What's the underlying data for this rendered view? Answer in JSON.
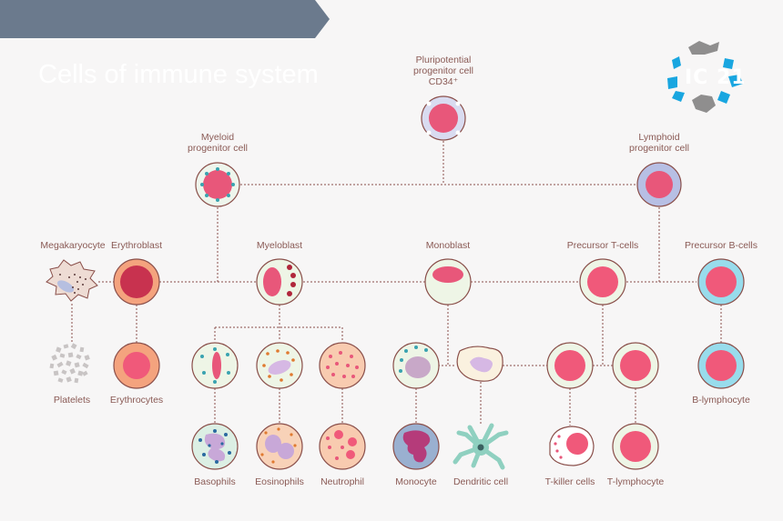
{
  "title": "Cells of immune system",
  "logo": {
    "text": "IC 21",
    "colors": {
      "blue": "#19a6e0",
      "gray": "#8f8e8e"
    }
  },
  "colors": {
    "banner": "#6b7a8d",
    "connector": "#8a4f4a",
    "cell_red": "#e8577a",
    "cell_rim": "#f0b7b4",
    "text": "#8a5a55"
  },
  "cells": {
    "pluripotent": {
      "label_lines": [
        "Pluripotential",
        "progenitor cell",
        "CD34⁺"
      ]
    },
    "myeloid": {
      "label_lines": [
        "Myeloid",
        "progenitor cell"
      ]
    },
    "lymphoid": {
      "label_lines": [
        "Lymphoid",
        "progenitor cell"
      ]
    },
    "megakaryocyte": {
      "label": "Megakaryocyte"
    },
    "erythroblast": {
      "label": "Erythroblast"
    },
    "myeloblast": {
      "label": "Myeloblast"
    },
    "monoblast": {
      "label": "Monoblast"
    },
    "precursor_t": {
      "label": "Precursor T-cells"
    },
    "precursor_b": {
      "label": "Precursor B-cells"
    },
    "platelets": {
      "label": "Platelets"
    },
    "erythrocytes": {
      "label": "Erythrocytes"
    },
    "b_lymphocyte": {
      "label": "B-lymphocyte"
    },
    "basophils": {
      "label": "Basophils"
    },
    "eosinophils": {
      "label": "Eosinophils"
    },
    "neutrophil": {
      "label": "Neutrophil"
    },
    "monocyte": {
      "label": "Monocyte"
    },
    "dendritic": {
      "label": "Dendritic cell"
    },
    "t_killer": {
      "label": "T-killer cells"
    },
    "t_lymphocyte": {
      "label": "T-lymphocyte"
    }
  }
}
